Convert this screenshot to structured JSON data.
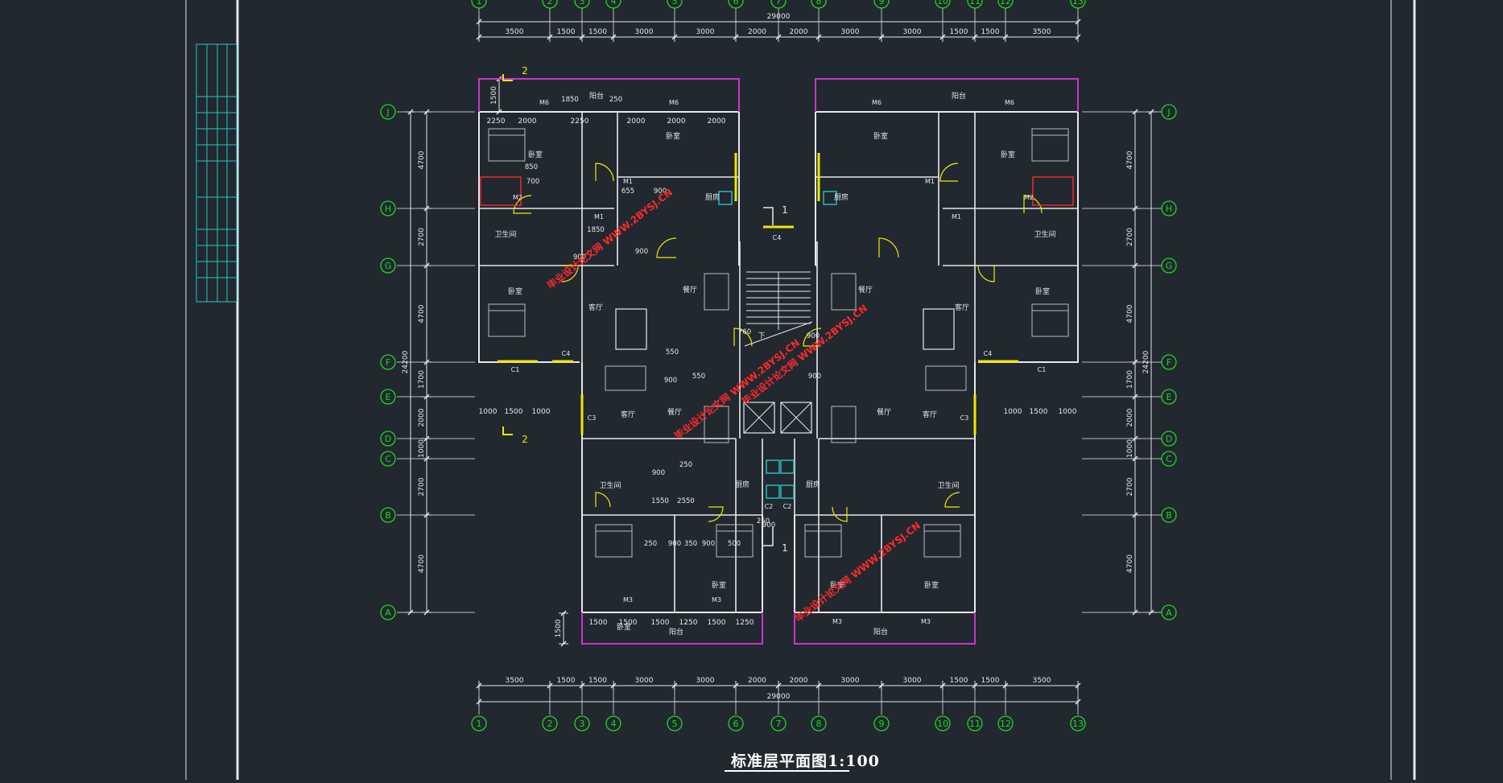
{
  "drawing": {
    "title": "标准层平面图1:100",
    "overall_width": "29000",
    "overall_depth": "24200",
    "watermark": "毕业设计论文网 WWW.2BYSJ.CN"
  },
  "axes_numbers": [
    "1",
    "2",
    "3",
    "4",
    "5",
    "6",
    "7",
    "8",
    "9",
    "10",
    "11",
    "12",
    "13"
  ],
  "axes_letters": [
    "J",
    "H",
    "G",
    "F",
    "E",
    "D",
    "C",
    "B",
    "A"
  ],
  "dims_top": [
    "3500",
    "1500",
    "1500",
    "3000",
    "3000",
    "2000",
    "2000",
    "3000",
    "3000",
    "1500",
    "1500",
    "3500"
  ],
  "dims_bottom": [
    "3500",
    "1500",
    "1500",
    "3000",
    "3000",
    "2000",
    "2000",
    "3000",
    "3000",
    "1500",
    "1500",
    "3500"
  ],
  "dims_left": [
    "4700",
    "2700",
    "4700",
    "1700",
    "2000",
    "1000",
    "2700",
    "4700"
  ],
  "dims_right": [
    "4700",
    "2700",
    "4700",
    "1700",
    "2000",
    "1000",
    "2700",
    "4700"
  ],
  "dims_left_extra": "1500",
  "dims_bottom_extra": "1500",
  "inner_dims": {
    "j_left": [
      "2250",
      "2000",
      "2250",
      "2000",
      "2000",
      "2000"
    ],
    "d_left": [
      "1000",
      "1500",
      "1000"
    ],
    "d_right": [
      "1000",
      "1500",
      "1000"
    ],
    "a_bottom": [
      "1500",
      "1500",
      "1500",
      "1250",
      "1500",
      "1250"
    ],
    "misc": [
      "1850",
      "250",
      "700",
      "655",
      "900",
      "1850",
      "900",
      "900",
      "900",
      "900",
      "550",
      "900",
      "550",
      "900",
      "250",
      "1550",
      "2550",
      "250",
      "900",
      "350",
      "900",
      "500",
      "900",
      "850",
      "760",
      "250"
    ]
  },
  "rooms": {
    "bedroom": "卧室",
    "balcony": "阳台",
    "bath": "卫生间",
    "living": "客厅",
    "dining": "餐厅",
    "kitchen": "厨房",
    "down": "下"
  },
  "tags": {
    "m1": "M1",
    "m2": "M2",
    "m3": "M3",
    "m6": "M6",
    "c1": "C1",
    "c2": "C2",
    "c3": "C3",
    "c4": "C4"
  },
  "section_marks": {
    "s2": "2",
    "s1": "1"
  }
}
